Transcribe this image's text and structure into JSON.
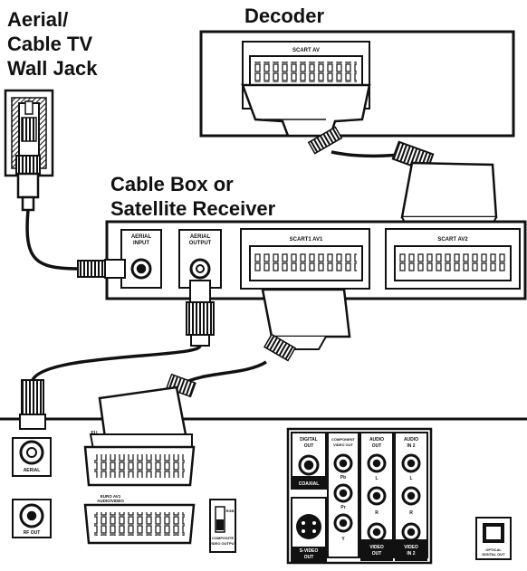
{
  "labels": {
    "wall_jack": [
      "Aerial/",
      "Cable TV",
      "Wall Jack"
    ],
    "decoder": "Decoder",
    "cable_box": [
      "Cable Box or",
      "Satellite Receiver"
    ]
  },
  "decoder_panel": {
    "scart": "SCART AV"
  },
  "receiver_panel": {
    "aerial_input": [
      "AERIAL",
      "INPUT"
    ],
    "aerial_output": [
      "AERIAL",
      "OUTPUT"
    ],
    "scart1": "SCART1 AV1",
    "scart2": "SCART AV2"
  },
  "recorder_panel": {
    "aerial": "AERIAL",
    "rf_out": "RF OUT",
    "euro_av1": [
      "EURO AV1",
      "AUDIO/VIDEO"
    ],
    "euro_av2": "EU",
    "video_output": [
      "RGB",
      "COMPOSITE",
      "VIDEO OUTPUT"
    ],
    "digital_out": [
      "DIGITAL",
      "OUT"
    ],
    "coaxial": "COAXIAL",
    "component": [
      "COMPONENT",
      "VIDEO OUT"
    ],
    "component_pins": [
      "Pb",
      "Pr",
      "Y"
    ],
    "audio_out": [
      "AUDIO",
      "OUT"
    ],
    "audio_in": [
      "AUDIO",
      "IN 2"
    ],
    "lr": [
      "L",
      "R"
    ],
    "s_video_out": [
      "S-VIDEO",
      "OUT"
    ],
    "video_out": [
      "VIDEO",
      "OUT"
    ],
    "video_in": [
      "VIDEO",
      "IN 2"
    ],
    "optical": [
      "OPTICAL",
      "DIGITAL OUT"
    ]
  }
}
